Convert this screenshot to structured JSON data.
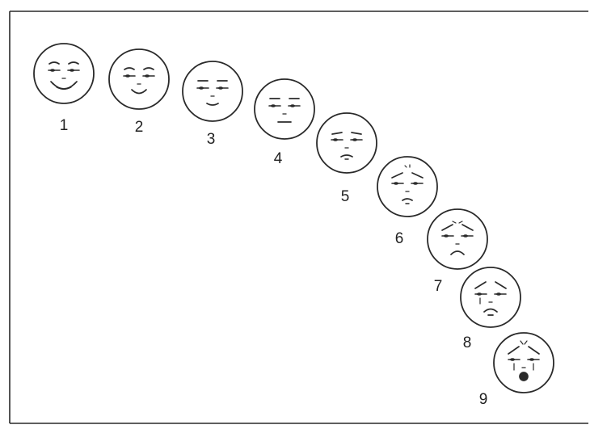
{
  "figure": {
    "stroke_color": "#2a2a2a",
    "background": "#ffffff",
    "faces": [
      {
        "label": "1",
        "expression": "big-smile"
      },
      {
        "label": "2",
        "expression": "smile"
      },
      {
        "label": "3",
        "expression": "slight-smile"
      },
      {
        "label": "4",
        "expression": "neutral"
      },
      {
        "label": "5",
        "expression": "slight-frown"
      },
      {
        "label": "6",
        "expression": "worried"
      },
      {
        "label": "7",
        "expression": "sad"
      },
      {
        "label": "8",
        "expression": "very-sad"
      },
      {
        "label": "9",
        "expression": "crying"
      }
    ]
  }
}
